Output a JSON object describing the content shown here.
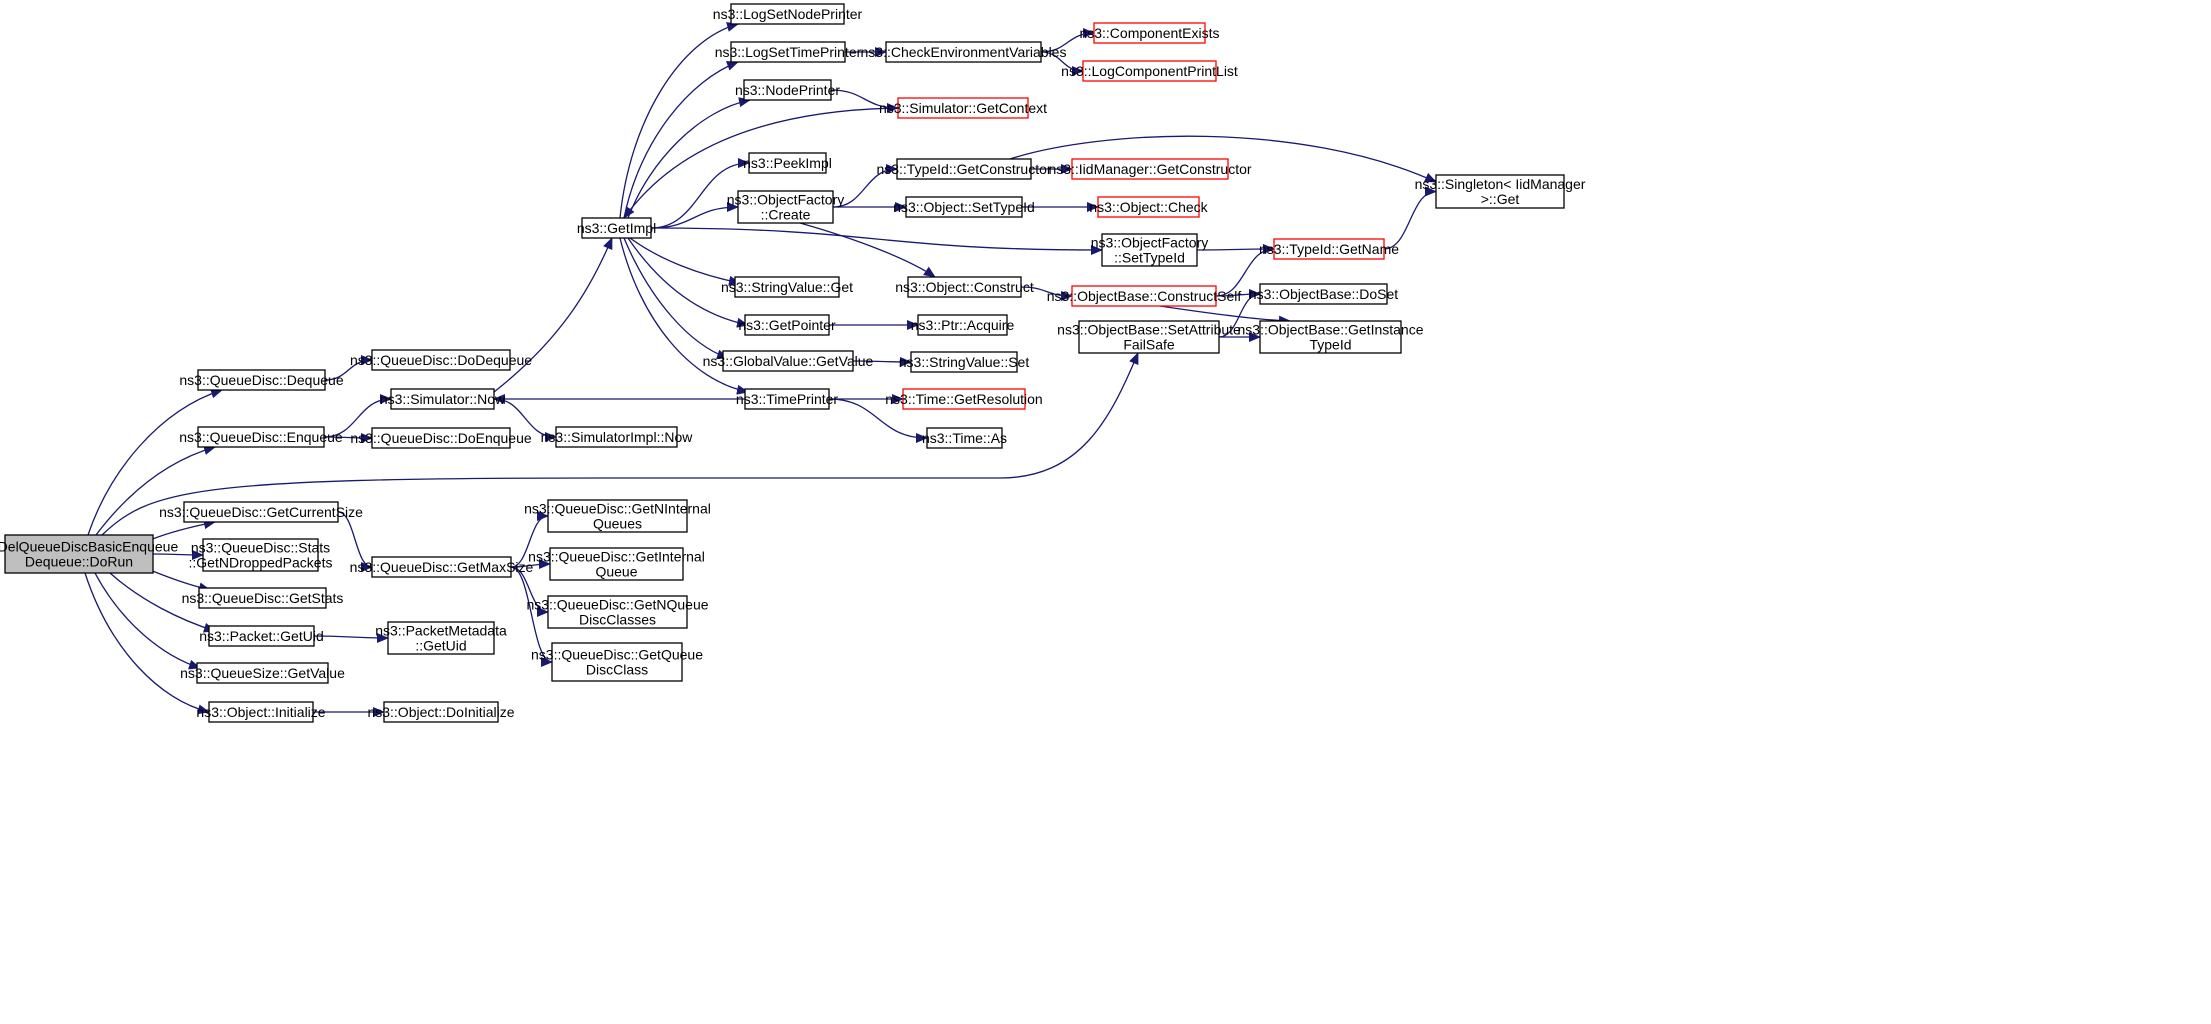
{
  "colors": {
    "edge": "#191970",
    "border_normal": "#000000",
    "border_truncated": "#ff0000",
    "root_fill": "#bfbfbf",
    "node_fill": "#ffffff"
  },
  "nodes": [
    {
      "id": "root",
      "lines": [
        "CoDelQueueDiscBasicEnqueue",
        "Dequeue::DoRun"
      ],
      "style": "root"
    },
    {
      "id": "qd_dequeue",
      "lines": [
        "ns3::QueueDisc::Dequeue"
      ],
      "style": "normal"
    },
    {
      "id": "qd_enqueue",
      "lines": [
        "ns3::QueueDisc::Enqueue"
      ],
      "style": "normal"
    },
    {
      "id": "qd_getcurrentsize",
      "lines": [
        "ns3::QueueDisc::GetCurrentSize"
      ],
      "style": "normal"
    },
    {
      "id": "qd_stats_getndropped",
      "lines": [
        "ns3::QueueDisc::Stats",
        "::GetNDroppedPackets"
      ],
      "style": "normal"
    },
    {
      "id": "qd_getstats",
      "lines": [
        "ns3::QueueDisc::GetStats"
      ],
      "style": "normal"
    },
    {
      "id": "packet_getuid",
      "lines": [
        "ns3::Packet::GetUid"
      ],
      "style": "normal"
    },
    {
      "id": "queuesize_getvalue",
      "lines": [
        "ns3::QueueSize::GetValue"
      ],
      "style": "normal"
    },
    {
      "id": "object_initialize",
      "lines": [
        "ns3::Object::Initialize"
      ],
      "style": "normal"
    },
    {
      "id": "qd_dodequeue",
      "lines": [
        "ns3::QueueDisc::DoDequeue"
      ],
      "style": "normal"
    },
    {
      "id": "simulator_now",
      "lines": [
        "ns3::Simulator::Now"
      ],
      "style": "normal"
    },
    {
      "id": "qd_doenqueue",
      "lines": [
        "ns3::QueueDisc::DoEnqueue"
      ],
      "style": "normal"
    },
    {
      "id": "qd_getmaxsize",
      "lines": [
        "ns3::QueueDisc::GetMaxSize"
      ],
      "style": "normal"
    },
    {
      "id": "packetmetadata_getuid",
      "lines": [
        "ns3::PacketMetadata",
        "::GetUid"
      ],
      "style": "normal"
    },
    {
      "id": "object_doinitialize",
      "lines": [
        "ns3::Object::DoInitialize"
      ],
      "style": "normal"
    },
    {
      "id": "getimpl",
      "lines": [
        "ns3::GetImpl"
      ],
      "style": "normal"
    },
    {
      "id": "simulatorimpl_now",
      "lines": [
        "ns3::SimulatorImpl::Now"
      ],
      "style": "normal"
    },
    {
      "id": "qd_getninternalqueues",
      "lines": [
        "ns3::QueueDisc::GetNInternal",
        "Queues"
      ],
      "style": "normal"
    },
    {
      "id": "qd_getinternalqueue",
      "lines": [
        "ns3::QueueDisc::GetInternal",
        "Queue"
      ],
      "style": "normal"
    },
    {
      "id": "qd_getnqueuediscclasses",
      "lines": [
        "ns3::QueueDisc::GetNQueue",
        "DiscClasses"
      ],
      "style": "normal"
    },
    {
      "id": "qd_getqueuediscclass",
      "lines": [
        "ns3::QueueDisc::GetQueue",
        "DiscClass"
      ],
      "style": "normal"
    },
    {
      "id": "logsetnodeprinter",
      "lines": [
        "ns3::LogSetNodePrinter"
      ],
      "style": "normal"
    },
    {
      "id": "logsettimeprinter",
      "lines": [
        "ns3::LogSetTimePrinter"
      ],
      "style": "normal"
    },
    {
      "id": "nodeprinter",
      "lines": [
        "ns3::NodePrinter"
      ],
      "style": "normal"
    },
    {
      "id": "peekimpl",
      "lines": [
        "ns3::PeekImpl"
      ],
      "style": "normal"
    },
    {
      "id": "objectfactory_create",
      "lines": [
        "ns3::ObjectFactory",
        "::Create"
      ],
      "style": "normal"
    },
    {
      "id": "stringvalue_get",
      "lines": [
        "ns3::StringValue::Get"
      ],
      "style": "normal"
    },
    {
      "id": "getpointer",
      "lines": [
        "ns3::GetPointer"
      ],
      "style": "normal"
    },
    {
      "id": "globalvalue_getvalue",
      "lines": [
        "ns3::GlobalValue::GetValue"
      ],
      "style": "normal"
    },
    {
      "id": "timeprinter",
      "lines": [
        "ns3::TimePrinter"
      ],
      "style": "normal"
    },
    {
      "id": "checkenvvars",
      "lines": [
        "ns3::CheckEnvironmentVariables"
      ],
      "style": "normal"
    },
    {
      "id": "simulator_getcontext",
      "lines": [
        "ns3::Simulator::GetContext"
      ],
      "style": "truncated"
    },
    {
      "id": "typeid_getconstructor",
      "lines": [
        "ns3::TypeId::GetConstructor"
      ],
      "style": "normal"
    },
    {
      "id": "object_settypeid",
      "lines": [
        "ns3::Object::SetTypeId"
      ],
      "style": "normal"
    },
    {
      "id": "object_construct",
      "lines": [
        "ns3::Object::Construct"
      ],
      "style": "normal"
    },
    {
      "id": "ptr_acquire",
      "lines": [
        "ns3::Ptr::Acquire"
      ],
      "style": "normal"
    },
    {
      "id": "stringvalue_set",
      "lines": [
        "ns3::StringValue::Set"
      ],
      "style": "normal"
    },
    {
      "id": "time_getresolution",
      "lines": [
        "ns3::Time::GetResolution"
      ],
      "style": "truncated"
    },
    {
      "id": "time_as",
      "lines": [
        "ns3::Time::As"
      ],
      "style": "normal"
    },
    {
      "id": "componentexists",
      "lines": [
        "ns3::ComponentExists"
      ],
      "style": "truncated"
    },
    {
      "id": "logcomponentprintlist",
      "lines": [
        "ns3::LogComponentPrintList"
      ],
      "style": "truncated"
    },
    {
      "id": "iidmanager_getconstructor",
      "lines": [
        "ns3::IidManager::GetConstructor"
      ],
      "style": "truncated"
    },
    {
      "id": "object_check",
      "lines": [
        "ns3::Object::Check"
      ],
      "style": "truncated"
    },
    {
      "id": "objectfactory_settypeid",
      "lines": [
        "ns3::ObjectFactory",
        "::SetTypeId"
      ],
      "style": "normal"
    },
    {
      "id": "objectbase_constructself",
      "lines": [
        "ns3::ObjectBase::ConstructSelf"
      ],
      "style": "truncated"
    },
    {
      "id": "objectbase_setattributefailsafe",
      "lines": [
        "ns3::ObjectBase::SetAttribute",
        "FailSafe"
      ],
      "style": "normal"
    },
    {
      "id": "typeid_getname",
      "lines": [
        "ns3::TypeId::GetName"
      ],
      "style": "truncated"
    },
    {
      "id": "objectbase_doset",
      "lines": [
        "ns3::ObjectBase::DoSet"
      ],
      "style": "normal"
    },
    {
      "id": "objectbase_getinstancetypeid",
      "lines": [
        "ns3::ObjectBase::GetInstance",
        "TypeId"
      ],
      "style": "normal"
    },
    {
      "id": "singleton_get",
      "lines": [
        "ns3::Singleton< IidManager",
        ">::Get"
      ],
      "style": "normal"
    }
  ],
  "edges": [
    [
      "root",
      "qd_dequeue"
    ],
    [
      "root",
      "qd_enqueue"
    ],
    [
      "root",
      "objectbase_setattributefailsafe"
    ],
    [
      "root",
      "qd_getcurrentsize"
    ],
    [
      "root",
      "qd_stats_getndropped"
    ],
    [
      "root",
      "qd_getstats"
    ],
    [
      "root",
      "packet_getuid"
    ],
    [
      "root",
      "queuesize_getvalue"
    ],
    [
      "root",
      "object_initialize"
    ],
    [
      "qd_dequeue",
      "qd_dodequeue"
    ],
    [
      "qd_enqueue",
      "simulator_now"
    ],
    [
      "qd_enqueue",
      "qd_doenqueue"
    ],
    [
      "qd_getcurrentsize",
      "qd_getmaxsize"
    ],
    [
      "packet_getuid",
      "packetmetadata_getuid"
    ],
    [
      "object_initialize",
      "object_doinitialize"
    ],
    [
      "simulator_now",
      "getimpl"
    ],
    [
      "simulator_now",
      "simulatorimpl_now"
    ],
    [
      "qd_getmaxsize",
      "qd_getninternalqueues"
    ],
    [
      "qd_getmaxsize",
      "qd_getinternalqueue"
    ],
    [
      "qd_getmaxsize",
      "qd_getnqueuediscclasses"
    ],
    [
      "qd_getmaxsize",
      "qd_getqueuediscclass"
    ],
    [
      "getimpl",
      "logsetnodeprinter"
    ],
    [
      "getimpl",
      "logsettimeprinter"
    ],
    [
      "getimpl",
      "nodeprinter"
    ],
    [
      "getimpl",
      "peekimpl"
    ],
    [
      "getimpl",
      "objectfactory_create"
    ],
    [
      "getimpl",
      "objectfactory_settypeid"
    ],
    [
      "getimpl",
      "stringvalue_get"
    ],
    [
      "getimpl",
      "getpointer"
    ],
    [
      "getimpl",
      "globalvalue_getvalue"
    ],
    [
      "getimpl",
      "timeprinter"
    ],
    [
      "simulator_getcontext",
      "getimpl"
    ],
    [
      "timeprinter",
      "simulator_now"
    ],
    [
      "logsettimeprinter",
      "checkenvvars"
    ],
    [
      "nodeprinter",
      "simulator_getcontext"
    ],
    [
      "objectfactory_create",
      "typeid_getconstructor"
    ],
    [
      "objectfactory_create",
      "object_settypeid"
    ],
    [
      "objectfactory_create",
      "object_construct"
    ],
    [
      "getpointer",
      "ptr_acquire"
    ],
    [
      "globalvalue_getvalue",
      "stringvalue_set"
    ],
    [
      "timeprinter",
      "time_getresolution"
    ],
    [
      "timeprinter",
      "time_as"
    ],
    [
      "checkenvvars",
      "componentexists"
    ],
    [
      "checkenvvars",
      "logcomponentprintlist"
    ],
    [
      "typeid_getconstructor",
      "iidmanager_getconstructor"
    ],
    [
      "typeid_getconstructor",
      "singleton_get"
    ],
    [
      "object_settypeid",
      "object_check"
    ],
    [
      "object_construct",
      "objectbase_constructself"
    ],
    [
      "objectfactory_settypeid",
      "typeid_getname"
    ],
    [
      "objectbase_constructself",
      "typeid_getname"
    ],
    [
      "objectbase_constructself",
      "objectbase_doset"
    ],
    [
      "objectbase_constructself",
      "objectbase_getinstancetypeid"
    ],
    [
      "objectbase_setattributefailsafe",
      "objectbase_doset"
    ],
    [
      "objectbase_setattributefailsafe",
      "objectbase_getinstancetypeid"
    ],
    [
      "typeid_getname",
      "singleton_get"
    ]
  ]
}
